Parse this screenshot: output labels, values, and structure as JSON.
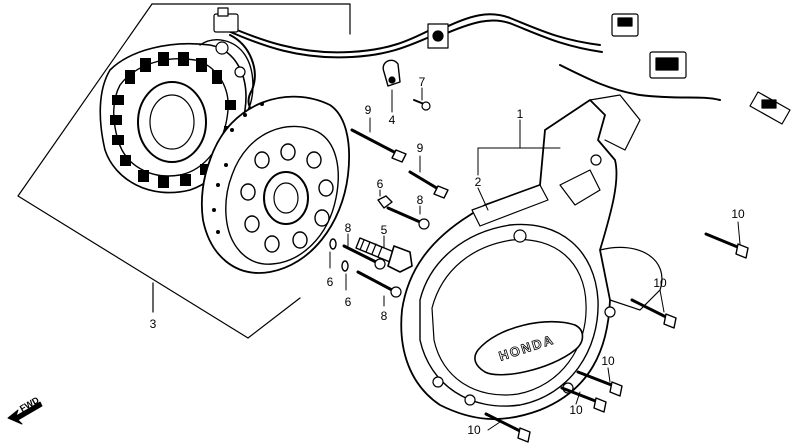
{
  "callouts": {
    "c1": "1",
    "c2": "2",
    "c3": "3",
    "c4": "4",
    "c5": "5",
    "c6a": "6",
    "c6b": "6",
    "c6c": "6",
    "c7": "7",
    "c8a": "8",
    "c8b": "8",
    "c8c": "8",
    "c9a": "9",
    "c9b": "9",
    "c10a": "10",
    "c10b": "10",
    "c10c": "10",
    "c10d": "10",
    "c10e": "10"
  },
  "cover_brand": "HONDA",
  "fwd_label": "FWD",
  "colors": {
    "ink": "#000000",
    "paper": "#ffffff"
  }
}
